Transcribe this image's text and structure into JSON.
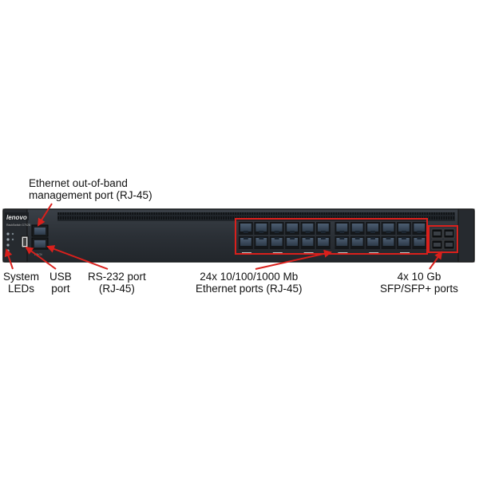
{
  "brand": {
    "logo_text": "lenovo",
    "model_text": "RackSwitch G7028"
  },
  "labels": {
    "mgmt_port": [
      "Ethernet out-of-band",
      "management port (RJ-45)"
    ],
    "system_leds": [
      "System",
      "LEDs"
    ],
    "usb_port": [
      "USB",
      "port"
    ],
    "rs232_port": [
      "RS-232 port",
      "(RJ-45)"
    ],
    "ethernet_ports": [
      "24x 10/100/1000 Mb",
      "Ethernet ports (RJ-45)"
    ],
    "sfp_ports": [
      "4x 10 Gb",
      "SFP/SFP+ ports"
    ]
  },
  "colors": {
    "callout": "#d9201c",
    "chassis": "#2b3036",
    "port": "#3a4a5c"
  },
  "counts": {
    "ethernet_ports": 24,
    "sfp_ports": 4
  }
}
